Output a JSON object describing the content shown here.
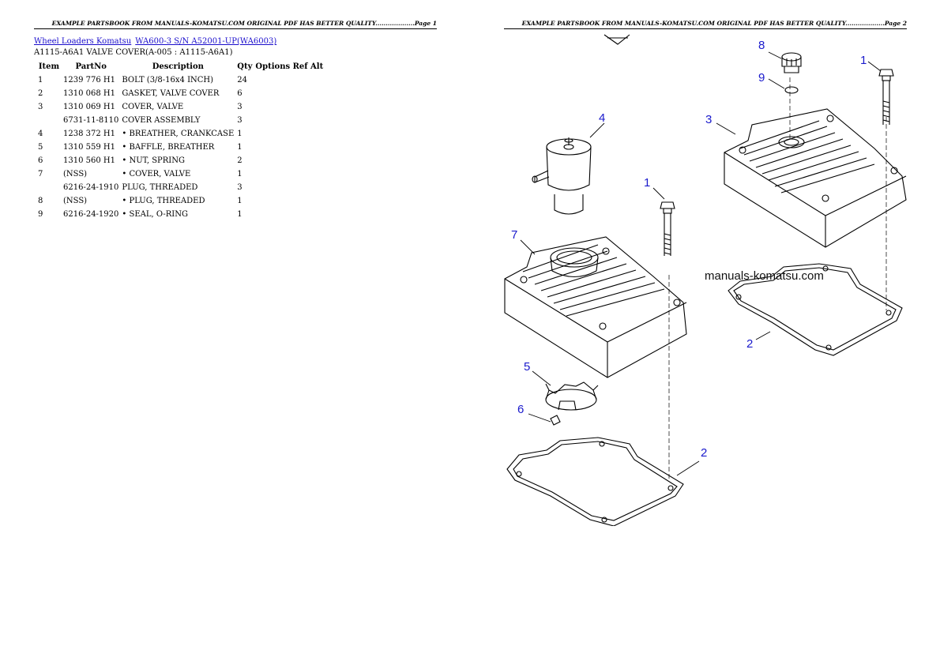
{
  "headers": {
    "page1": "EXAMPLE PARTSBOOK FROM MANUALS-KOMATSU.COM ORIGINAL PDF HAS BETTER QUALITY...................Page 1",
    "page2": "EXAMPLE PARTSBOOK FROM MANUALS-KOMATSU.COM ORIGINAL PDF HAS BETTER QUALITY...................Page 2"
  },
  "breadcrumb": {
    "link1": "Wheel Loaders Komatsu",
    "link2": "WA600-3 S/N A52001-UP(WA6003)"
  },
  "section_title": "A1115-A6A1 VALVE COVER(A-005 : A1115-A6A1)",
  "table": {
    "headers": {
      "item": "Item",
      "partno": "PartNo",
      "description": "Description",
      "qty": "Qty",
      "rest": "Options Ref Alt"
    },
    "rows": [
      {
        "item": "1",
        "partno": "1239 776 H1",
        "description": "BOLT (3/8-16x4 INCH)",
        "qty": "24"
      },
      {
        "item": "2",
        "partno": "1310 068 H1",
        "description": "GASKET, VALVE COVER",
        "qty": "6"
      },
      {
        "item": "3",
        "partno": "1310 069 H1",
        "description": "COVER, VALVE",
        "qty": "3"
      },
      {
        "item": "",
        "partno": "6731-11-8110",
        "description": "COVER ASSEMBLY",
        "qty": "3"
      },
      {
        "item": "4",
        "partno": "1238 372 H1",
        "description": "• BREATHER, CRANKCASE",
        "qty": "1"
      },
      {
        "item": "5",
        "partno": "1310 559 H1",
        "description": "• BAFFLE, BREATHER",
        "qty": "1"
      },
      {
        "item": "6",
        "partno": "1310 560 H1",
        "description": "• NUT, SPRING",
        "qty": "2"
      },
      {
        "item": "7",
        "partno": "(NSS)",
        "description": "• COVER, VALVE",
        "qty": "1"
      },
      {
        "item": "",
        "partno": "6216-24-1910",
        "description": "PLUG, THREADED",
        "qty": "3"
      },
      {
        "item": "8",
        "partno": "(NSS)",
        "description": "• PLUG, THREADED",
        "qty": "1"
      },
      {
        "item": "9",
        "partno": "6216-24-1920",
        "description": "• SEAL, O-RING",
        "qty": "1"
      }
    ]
  },
  "diagram": {
    "watermark": "manuals-komatsu.com",
    "callouts": {
      "c8": "8",
      "c9": "9",
      "c1a": "1",
      "c3": "3",
      "c4": "4",
      "c1b": "1",
      "c7": "7",
      "c2a": "2",
      "c5": "5",
      "c6": "6",
      "c2b": "2"
    },
    "callout_color": "#1a1acc",
    "link_color": "#1a0dcc"
  }
}
